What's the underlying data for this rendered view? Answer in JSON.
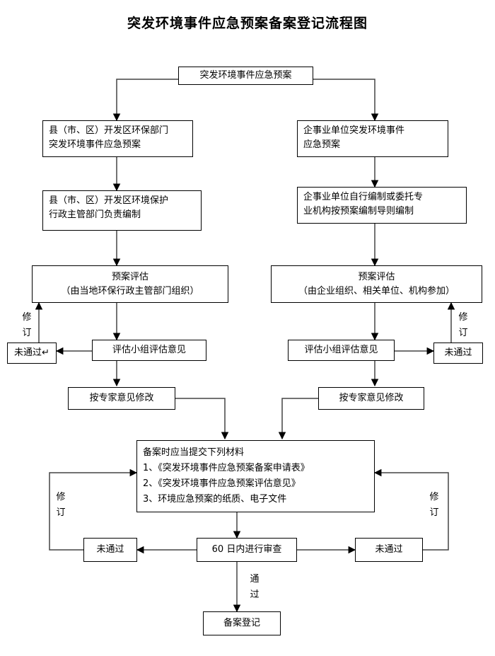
{
  "title": "突发环境事件应急预案备案登记流程图",
  "nodes": {
    "top": "突发环境事件应急预案",
    "gov_plan_line1": "县（市、区）开发区环保部门",
    "gov_plan_line2": "突发环境事件应急预案",
    "gov_compile_line1": "县（市、区）开发区环境保护",
    "gov_compile_line2": "行政主管部门负责编制",
    "ent_plan_line1": "企事业单位突发环境事件",
    "ent_plan_line2": "应急预案",
    "ent_compile_line1": "企事业单位自行编制或委托专",
    "ent_compile_line2": "业机构按预案编制导则编制",
    "gov_eval_line1": "预案评估",
    "gov_eval_line2": "（由当地环保行政主管部门组织）",
    "ent_eval_line1": "预案评估",
    "ent_eval_line2": "（由企业组织、相关单位、机构参加）",
    "gov_opinion": "评估小组评估意见",
    "ent_opinion": "评估小组评估意见",
    "gov_fail": "未通过↵",
    "ent_fail": "未通过",
    "gov_modify": "按专家意见修改",
    "ent_modify": "按专家意见修改",
    "materials_head": "备案时应当提交下列材料",
    "materials_1": "1、《突发环境事件应急预案备案申请表》",
    "materials_2": "2、《突发环境事件应急预案评估意见》",
    "materials_3": "3、环境应急预案的纸质、电子文件",
    "review": "60 日内进行审查",
    "review_fail_left": "未通过",
    "review_fail_right": "未通过",
    "register": "备案登记"
  },
  "labels": {
    "revise_a": "修",
    "revise_b": "订",
    "pass_a": "通",
    "pass_b": "过"
  }
}
